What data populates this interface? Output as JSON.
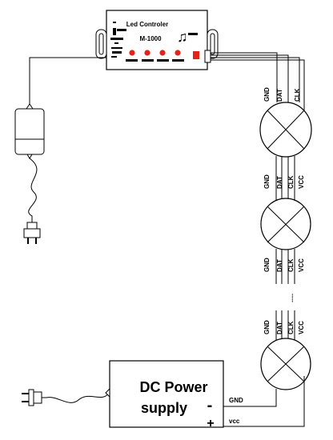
{
  "controller": {
    "title": "Led Controler",
    "model": "M-1000",
    "button_color": "#e2231a",
    "music_symbol": "♫"
  },
  "pixels": {
    "wire_labels_top": [
      "GND",
      "DAT",
      "CLK"
    ],
    "wire_labels": [
      "GND",
      "DAT",
      "CLK",
      "VCC"
    ],
    "ellipsis": "....."
  },
  "power_supply": {
    "title": "DC Power",
    "subtitle": "supply",
    "minus": "-",
    "plus": "+",
    "gnd_label": "GND",
    "vcc_label": "vcc"
  },
  "colors": {
    "line": "#000000",
    "background": "#ffffff"
  }
}
